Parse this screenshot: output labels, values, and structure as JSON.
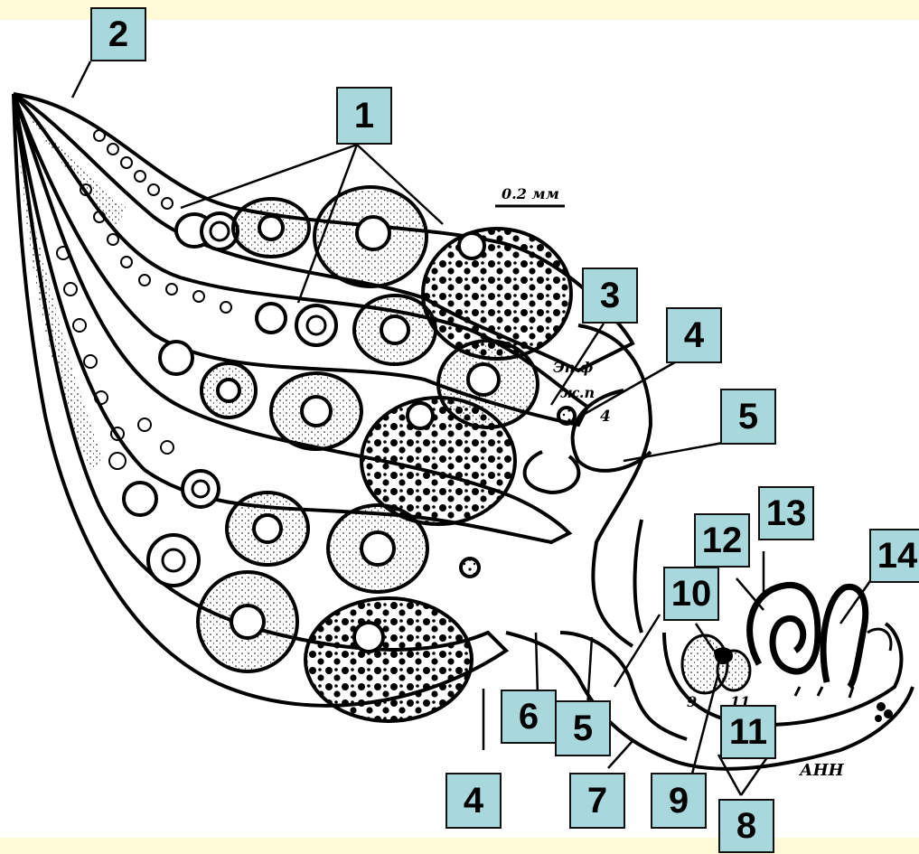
{
  "labels": {
    "l1": "1",
    "l2": "2",
    "l3": "3",
    "l4a": "4",
    "l4b": "4",
    "l5a": "5",
    "l5b": "5",
    "l6": "6",
    "l7": "7",
    "l8": "8",
    "l9": "9",
    "l10": "10",
    "l11": "11",
    "l12": "12",
    "l13": "13",
    "l14": "14"
  },
  "annotations": {
    "scale": "0.2 мм",
    "ep": "Эп ф",
    "zht": "ж.п",
    "small4": "4",
    "small9": "9",
    "small11": "11",
    "corner": "АНН"
  }
}
